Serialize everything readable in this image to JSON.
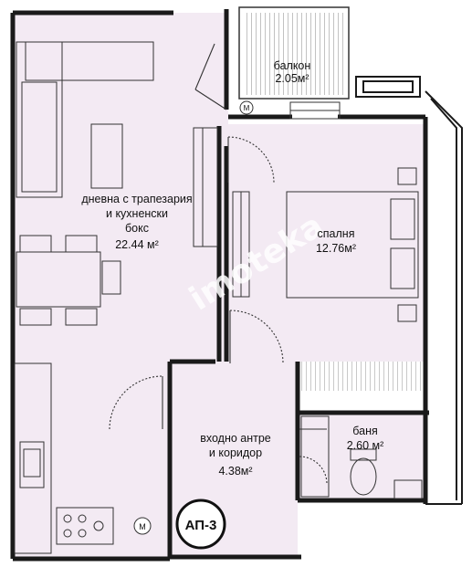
{
  "colors": {
    "room_fill": "#f3eaf3",
    "wall": "#1a1a1a",
    "line": "#333333",
    "watermark": "#ffffff"
  },
  "apartment": {
    "id": "АП-3"
  },
  "rooms": {
    "living": {
      "name_line1": "дневна с трапезария",
      "name_line2": "и кухненски",
      "name_line3": "бокс",
      "area": "22.44 м²"
    },
    "balcony": {
      "name": "балкон",
      "area": "2.05м²"
    },
    "bedroom": {
      "name": "спалня",
      "area": "12.76м²"
    },
    "hall": {
      "name_line1": "входно антре",
      "name_line2": "и коридор",
      "area": "4.38м²"
    },
    "bathroom": {
      "name": "баня",
      "area": "2.60 м²"
    }
  },
  "meter_symbol": "M",
  "watermark": {
    "text": "imoteka"
  }
}
